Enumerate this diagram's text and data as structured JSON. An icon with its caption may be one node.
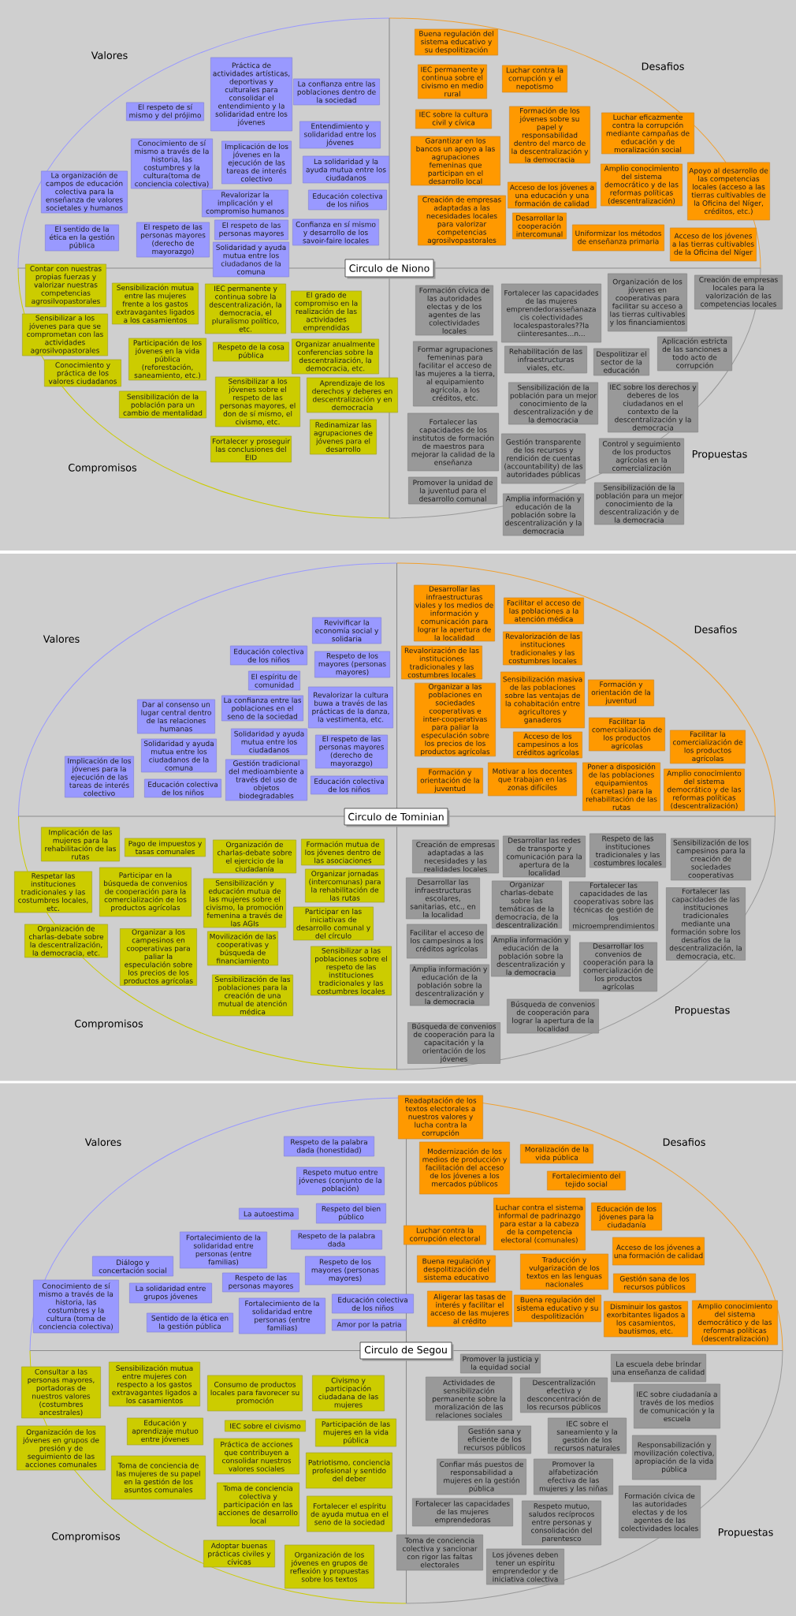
{
  "diagram": {
    "nodes": [
      {
        "text": [
          "Práctica de actividades artísticas, deportivas y culturales para consolidar el entendimiento y la solidaridad entre los jóvenes"
        ]
      },
      {
        "text": [
          "La confianza entre las poblaciones dentro de la sociedad"
        ]
      },
      {
        "text": [
          "El respeto de sí mismo y del prójimo"
        ]
      },
      {
        "text": [
          "Entendimiento y solidaridad entre los jóvenes"
        ]
      },
      {
        "text": [
          "Conocimiento de sí mismo a través de la historia, las costumbres y la cultura(toma de conciencia colectiva)"
        ]
      },
      {
        "text": [
          "Implicación de los jóvenes en la ejecución de las tareas de interés colectivo"
        ]
      },
      {
        "text": [
          "La solidaridad y la ayuda mutua entre los ciudadanos"
        ]
      },
      {
        "text": [
          "La organización de campos de educación colectiva para la enseñanza de valores societales y humanos"
        ]
      },
      {
        "text": [
          "Revalorizar la implicación y el compromiso humanos"
        ]
      },
      {
        "text": [
          "Educación colectiva de los niños"
        ]
      },
      {
        "text": [
          "El sentido de la ética en la gestión pública"
        ]
      },
      {
        "text": [
          "El respeto de las personas mayores (derecho de mayorazgo)"
        ]
      },
      {
        "text": [
          "El respeto de las personas mayores"
        ]
      },
      {
        "text": [
          "Confianza en sí mismo y desarrollo de los savoir-faire locales"
        ]
      },
      {
        "text": [
          "Solidaridad y ayuda mutua entre los ciudadanos de la comuna"
        ]
      },
      {
        "text": [
          "Buena regulación del sistema educativo y su despolitización"
        ]
      },
      {
        "text": [
          "IEC permanente y continua sobre el civismo en medio rural"
        ]
      },
      {
        "text": [
          "Luchar contra la corrupción y el nepotismo"
        ]
      },
      {
        "text": [
          "IEC sobre la cultura civil y cívica"
        ]
      },
      {
        "text": [
          "Formación de los jóvenes sobre su papel y responsabilidad dentro del marco de la descentralización y la democracia"
        ]
      },
      {
        "text": [
          "Luchar eficazmente contra la corrupción mediante campañas de educación y de moralización social"
        ]
      },
      {
        "text": [
          "Garantizar en los bancos un apoyo a las agrupaciones femeninas que participan en el desarrollo local"
        ]
      },
      {
        "text": [
          "Amplio conocimiento del sistema democrático y de las reformas políticas (descentralización)"
        ]
      },
      {
        "text": [
          "Apoyo al desarrollo de las competencias locales (acceso a las tierras cultivables de la Oficina del Níger, créditos, etc.)"
        ]
      },
      {
        "text": [
          "Acceso de los jóvenes a una educación y una formación de calidad"
        ]
      },
      {
        "text": [
          "Creación de empresas adaptadas a las necesidades locales para valorizar competencias agrosilvopastorales"
        ]
      },
      {
        "text": [
          "Desarrollar la cooperación intercomunal"
        ]
      },
      {
        "text": [
          "Uniformizar los métodos de enseñanza primaria"
        ]
      },
      {
        "text": [
          "Acceso de los jóvenes a las tierras cultivables de la Oficina del Níger"
        ]
      },
      {
        "text": [
          "Circulo de Niono"
        ]
      },
      {
        "text": [
          "Contar con nuestras propias fuerzas y valorizar nuestras competencias agrosilvopastorales"
        ]
      },
      {
        "text": [
          "Sensibilización mutua entre las mujeres frente a los gastos extravagantes ligados a los casamientos"
        ]
      },
      {
        "text": [
          "IEC permanente y continua sobre la descentralización, la democracia, el pluralismo político, etc."
        ]
      },
      {
        "text": [
          "El grado de compromiso en la realización de las actividades emprendidas"
        ]
      },
      {
        "text": [
          "Sensibilizar a los jóvenes para que se comprometan con las actividades agrosilvopastorales"
        ]
      },
      {
        "text": [
          "Participación de los jóvenes en la vida pública (reforestación, saneamiento, etc.)"
        ]
      },
      {
        "text": [
          "Respeto de la cosa pública"
        ]
      },
      {
        "text": [
          "Organizar anualmente conferencias sobre la descentralización, la democracia, etc."
        ]
      },
      {
        "text": [
          "Conocimiento y práctica de los valores ciudadanos"
        ]
      },
      {
        "text": [
          "Sensibilización de la población para un cambio de mentalidad"
        ]
      },
      {
        "text": [
          "Sensibilizar a los jóvenes sobre el respeto de las personas mayores, el don de sí mismo, el civismo, etc."
        ]
      },
      {
        "text": [
          "Aprendizaje de los derechos y deberes en descentralización y en democracia"
        ]
      },
      {
        "text": [
          "Redinamizar las agrupaciones de jóvenes para el desarrollo"
        ]
      },
      {
        "text": [
          "Fortalecer y proseguir las conclusiones del EID"
        ]
      },
      {
        "text": [
          "Formación cívica de las autoridades electas y de los agentes de las colectividades locales"
        ]
      },
      {
        "text": [
          "Fortalecer las capacidades de las mujeres emprendedorasseñanaza cis colectividades localespastorales??la ciinteresantes...n..."
        ]
      },
      {
        "text": [
          "Organización de los jóvenes en cooperativas para facilitar su acceso a las tierras cultivables y los financiamientos"
        ]
      },
      {
        "text": [
          "Creación de empresas locales para la valorización de las competencias locales"
        ]
      },
      {
        "text": [
          "Formar agrupaciones femeninas para facilitar el acceso de las mujeres a la tierra, al equipamiento agrícola, a los créditos, etc."
        ]
      },
      {
        "text": [
          "Rehabilitación de las infraestructuras viales, etc."
        ]
      },
      {
        "text": [
          "Despolitizar el sector de la educación"
        ]
      },
      {
        "text": [
          "Aplicación estricta de las sanciones a todo acto de corrupción"
        ]
      },
      {
        "text": [
          "Sensibilización de la población para un mejor conocimiento de la descentralización y de la democracia"
        ]
      },
      {
        "text": [
          "IEC sobre los derechos y deberes de los ciudadanos en el contexto de la descentralización y la democracia"
        ]
      },
      {
        "text": [
          "Fortalecer las capacidades de los institutos de formación de maestros para mejorar la calidad de la enseñanza"
        ]
      },
      {
        "text": [
          "Gestión transparente de los recursos y rendición de cuentas (accountability) de las autoridades públicas"
        ]
      },
      {
        "text": [
          "Control y seguimiento de los productos agrícolas en la comercialización"
        ]
      },
      {
        "text": [
          "Promover la unidad de la juventud para el desarrollo comunal"
        ]
      },
      {
        "text": [
          "Amplia información y educación de la población sobre la descentralización y la democracia"
        ]
      },
      {
        "text": [
          "Sensibilización de la población para un mejor conocimiento de la descentralización y de la democracia"
        ]
      },
      {
        "text": [
          "Revivificar la economía social y solidaria"
        ]
      },
      {
        "text": [
          "Educación colectiva de los niños"
        ]
      },
      {
        "text": [
          "Respeto de los mayores (personas mayores)"
        ]
      },
      {
        "text": [
          "El espíritu de comunidad"
        ]
      },
      {
        "text": [
          "Dar al consenso un lugar central dentro de las relaciones humanas"
        ]
      },
      {
        "text": [
          "La confianza entre las poblaciones en el seno de la sociedad"
        ]
      },
      {
        "text": [
          "Revalorizar la cultura buwa a través de las prácticas de la danza, la vestimenta, etc."
        ]
      },
      {
        "text": [
          "Solidaridad y ayuda mutua entre los ciudadanos"
        ]
      },
      {
        "text": [
          "Solidaridad y ayuda mutua entre los ciudadanos de la comuna"
        ]
      },
      {
        "text": [
          "Implicación de los jóvenes para la ejecución de las tareas de interés colectivo"
        ]
      },
      {
        "text": [
          "El respeto de las personas mayores (derecho de mayorazgo)"
        ]
      },
      {
        "text": [
          "Gestión tradicional del medioambiente a través del uso de objetos biodegradables"
        ]
      },
      {
        "text": [
          "Educación colectiva de los niños"
        ]
      },
      {
        "text": [
          "Educación colectiva de los niños"
        ]
      },
      {
        "text": [
          "Desarrollar las infraestructuras viales y los medios de información y comunicación para lograr la apertura de la localidad"
        ]
      },
      {
        "text": [
          "Facilitar el acceso de las poblaciones a la atención médica"
        ]
      },
      {
        "text": [
          "Revalorización de las instituciones tradicionales y las costumbres locales"
        ]
      },
      {
        "text": [
          "Revalorización de las instituciones tradicionales y las costumbres locales"
        ]
      },
      {
        "text": [
          "Organizar a las poblaciones en sociedades cooperativas e inter-cooperativas para paliar la especulación sobre los precios de los productos agrícolas"
        ]
      },
      {
        "text": [
          "Sensibilización masiva de las poblaciones sobre las ventajas de la cohabitación entre agricultores y ganaderos"
        ]
      },
      {
        "text": [
          "Formación y orientación de la juventud"
        ]
      },
      {
        "text": [
          "Acceso de los campesinos a los créditos agrícolas"
        ]
      },
      {
        "text": [
          "Facilitar la comercialización de los productos agrícolas"
        ]
      },
      {
        "text": [
          "Facilitar la comercialización de los productos agrícolas"
        ]
      },
      {
        "text": [
          "Formación y orientación de la juventud"
        ]
      },
      {
        "text": [
          "Motivar a los docentes que trabajan en las zonas difíciles"
        ]
      },
      {
        "text": [
          "Poner a disposición de las poblaciones equipamientos (carretas) para la rehabilitación de las rutas"
        ]
      },
      {
        "text": [
          "Amplio conocimiento del sistema democrático y de las reformas políticas (descentralización)"
        ]
      },
      {
        "text": [
          "Circulo de Tominian"
        ]
      },
      {
        "text": [
          "Implicación de las mujeres para la rehabilitación de las rutas"
        ]
      },
      {
        "text": [
          "Pago de impuestos y tasas comunales"
        ]
      },
      {
        "text": [
          "Organización de charlas-debate sobre el ejercicio de la ciudadanía"
        ]
      },
      {
        "text": [
          "Formación mutua de los jóvenes dentro de las asociaciones"
        ]
      },
      {
        "text": [
          "Respetar las instituciones tradicionales y las costumbres locales, etc."
        ]
      },
      {
        "text": [
          "Participar en la búsqueda de convenios de cooperación para la comercialización de los productos agrícolas"
        ]
      },
      {
        "text": [
          "Sensibilización y educación mutua de las mujeres sobre el civismo, la promoción femenina a través de las AGIs"
        ]
      },
      {
        "text": [
          "Organizar jornadas (intercomunas) para la rehabilitación de las rutas"
        ]
      },
      {
        "text": [
          "Participar en las iniciativas de desarrollo comunal y del círculo"
        ]
      },
      {
        "text": [
          "Organización de charlas-debate sobre la descentralización, la democracia, etc."
        ]
      },
      {
        "text": [
          "Organizar a los campesinos en cooperativas para paliar la especulación sobre los precios de los productos agrícolas"
        ]
      },
      {
        "text": [
          "Movilización de las cooperativas y búsqueda de financiamiento"
        ]
      },
      {
        "text": [
          "Sensibilizar a las poblaciones sobre el respeto de las instituciones tradicionales y las costumbres locales"
        ]
      },
      {
        "text": [
          "Sensibilización de las poblaciones para la creación de una mutual de atención médica"
        ]
      },
      {
        "text": [
          "Creación de empresas adaptadas a las necesidades y las realidades locales"
        ]
      },
      {
        "text": [
          "Desarrollar las redes de transporte y comunicación para la apertura de la localidad"
        ]
      },
      {
        "text": [
          "Respeto de las instituciones tradicionales y las costumbres locales"
        ]
      },
      {
        "text": [
          "Sensibilización de los campesinos para la creación de sociedades cooperativas"
        ]
      },
      {
        "text": [
          "Desarrollar las infraestructuras escolares, sanitarias, etc., en la localidad"
        ]
      },
      {
        "text": [
          "Organizar charlas-debate sobre las temáticas de la democracia, de la descentralización"
        ]
      },
      {
        "text": [
          "Fortalecer las capacidades de las cooperativas sobre las técnicas de gestión de los microemprendimientos"
        ]
      },
      {
        "text": [
          "Fortalecer las capacidades de las instituciones tradicionales mediante una formación sobre los desafíos de la descentralización, la democracia, etc."
        ]
      },
      {
        "text": [
          "Facilitar el acceso de los campesinos a los créditos agrícolas"
        ]
      },
      {
        "text": [
          "Amplia información y educación de la población sobre la descentralización y la democracia"
        ]
      },
      {
        "text": [
          "Desarrollar los convenios de cooperación para la comercialización de los productos agrícolas"
        ]
      },
      {
        "text": [
          "Amplia información y educación de la población sobre la descentralización y la democracia"
        ]
      },
      {
        "text": [
          "Búsqueda de convenios de cooperación para lograr la apertura de la localidad"
        ]
      },
      {
        "text": [
          "Búsqueda de convenios de cooperación para la capacitación y la orientación de los jóvenes"
        ]
      },
      {
        "text": [
          "Respeto de la palabra dada (honestidad)"
        ]
      },
      {
        "text": [
          "Respeto mutuo entre jóvenes (conjunto de la población)"
        ]
      },
      {
        "text": [
          "La autoestima"
        ]
      },
      {
        "text": [
          "Respeto del bien público"
        ]
      },
      {
        "text": [
          "Fortalecimiento de la solidaridad entre personas (entre familias)"
        ]
      },
      {
        "text": [
          "Respeto de la palabra dada"
        ]
      },
      {
        "text": [
          "Diálogo y concertación social"
        ]
      },
      {
        "text": [
          "Respeto de los mayores (personas mayores)"
        ]
      },
      {
        "text": [
          "Respeto de las personas mayores"
        ]
      },
      {
        "text": [
          "Conocimiento de sí mismo a través de la historia, las costumbres y la cultura (toma de conciencia colectiva)"
        ]
      },
      {
        "text": [
          "La solidaridad entre grupos jóvenes"
        ]
      },
      {
        "text": [
          "Fortalecimiento de la solidaridad entre personas (entre familias)"
        ]
      },
      {
        "text": [
          "Educación colectiva de los niños"
        ]
      },
      {
        "text": [
          "Sentido de la ética en la gestión pública"
        ]
      },
      {
        "text": [
          "Amor por la patria"
        ]
      },
      {
        "text": [
          "Readaptación de los textos electorales a nuestros valores y lucha contra la corrupción"
        ]
      },
      {
        "text": [
          "Modernización de los medios de producción y facilitación del acceso de los jóvenes a los mercados públicos"
        ]
      },
      {
        "text": [
          "Moralización de la vida pública"
        ]
      },
      {
        "text": [
          "Fortalecimiento del tejido social"
        ]
      },
      {
        "text": [
          "Luchar contra el sistema informal de padrinazgo para estar a la cabeza de la competencia electoral (comunales)"
        ]
      },
      {
        "text": [
          "Educación de los jóvenes para la ciudadanía"
        ]
      },
      {
        "text": [
          "Luchar contra la corrupción electoral"
        ]
      },
      {
        "text": [
          "Acceso de los jóvenes a una formación de calidad"
        ]
      },
      {
        "text": [
          "Buena regulación y despolitización del sistema educativo"
        ]
      },
      {
        "text": [
          "Traducción y vulgarización de los textos en las lenguas nacionales"
        ]
      },
      {
        "text": [
          "Gestión sana de los recursos públicos"
        ]
      },
      {
        "text": [
          "Aligerar las tasas de interés y facilitar el acceso de las mujeres al crédito"
        ]
      },
      {
        "text": [
          "Buena regulación del sistema educativo y su despolitización"
        ]
      },
      {
        "text": [
          "Disminuir los gastos exorbitantes ligados a los casamientos, bautismos, etc."
        ]
      },
      {
        "text": [
          "Amplio conocimiento del sistema democrático y de las reformas políticas (descentralización)"
        ]
      },
      {
        "text": [
          "Circulo de Segou"
        ]
      },
      {
        "text": [
          "Consultar a las personas mayores, portadoras de nuestros valores (costumbres ancestrales)"
        ]
      },
      {
        "text": [
          "Sensibilización mutua entre mujeres con respecto a los gastos extravagantes ligados a los casamientos"
        ]
      },
      {
        "text": [
          "Consumo de productos locales para favorecer su promoción"
        ]
      },
      {
        "text": [
          "Civismo y participación ciudadana de las mujeres"
        ]
      },
      {
        "text": [
          "Educación y aprendizaje mutuo entre jóvenes"
        ]
      },
      {
        "text": [
          "IEC sobre el civismo"
        ]
      },
      {
        "text": [
          "Participación de las mujeres en la vida pública"
        ]
      },
      {
        "text": [
          "Organización de los jóvenes en grupos de presión y de seguimiento de las acciones comunales"
        ]
      },
      {
        "text": [
          "Práctica de acciones que contribuyen a consolidar nuestros valores sociales"
        ]
      },
      {
        "text": [
          "Toma de conciencia de las mujeres de su papel en la gestión de los asuntos comunales"
        ]
      },
      {
        "text": [
          "Patriotismo, conciencia profesional y sentido del deber"
        ]
      },
      {
        "text": [
          "Toma de conciencia colectiva y participación en las acciones de desarrollo local"
        ]
      },
      {
        "text": [
          "Fortalecer el espíritu de ayuda mutua en el seno de la sociedad"
        ]
      },
      {
        "text": [
          "Adoptar buenas prácticas civiles y cívicas"
        ]
      },
      {
        "text": [
          "Organización de los jóvenes en grupos de reflexión y propuestas sobre los textos"
        ]
      },
      {
        "text": [
          "Promover la justicia y la equidad social"
        ]
      },
      {
        "text": [
          "La escuela debe brindar una enseñanza de calidad"
        ]
      },
      {
        "text": [
          "Actividades de sensibilización permanente sobre la moralización de las relaciones sociales"
        ]
      },
      {
        "text": [
          "Descentralización efectiva y desconcentración de los recursos públicos"
        ]
      },
      {
        "text": [
          "IEC sobre ciudadanía a través de los medios de comunicación y la escuela"
        ]
      },
      {
        "text": [
          "Gestión sana y eficiente de los recursos públicos"
        ]
      },
      {
        "text": [
          "IEC sobre el saneamiento y la gestión de los recursos naturales"
        ]
      },
      {
        "text": [
          "Responsabilización y movilización colectiva, apropiación de la vida pública"
        ]
      },
      {
        "text": [
          "Confiar más puestos de responsabilidad a mujeres en la gestión pública"
        ]
      },
      {
        "text": [
          "Promover la alfabetización efectiva de las mujeres y las niñas"
        ]
      },
      {
        "text": [
          "Fortalecer las capacidades de las mujeres emprendedoras"
        ]
      },
      {
        "text": [
          "Respeto mutuo, saludos recíprocos entre personas y consolidación del parentesco"
        ]
      },
      {
        "text": [
          "Formación cívica de las autoridades electas y de los agentes de las colectividades locales"
        ]
      },
      {
        "text": [
          "Toma de conciencia colectiva y sancionar con rigor las faltas electorales"
        ]
      },
      {
        "text": [
          "Los jóvenes deben tener un espíritu emprendedor y de iniciativa colectiva"
        ]
      }
    ],
    "labels": [
      "Valores",
      "Desafios",
      "Compromisos",
      "Propuestas",
      "Valores",
      "Desafios",
      "Compromisos",
      "Propuestas",
      "Valores",
      "Desafios",
      "Compromisos",
      "Propuestas"
    ]
  }
}
